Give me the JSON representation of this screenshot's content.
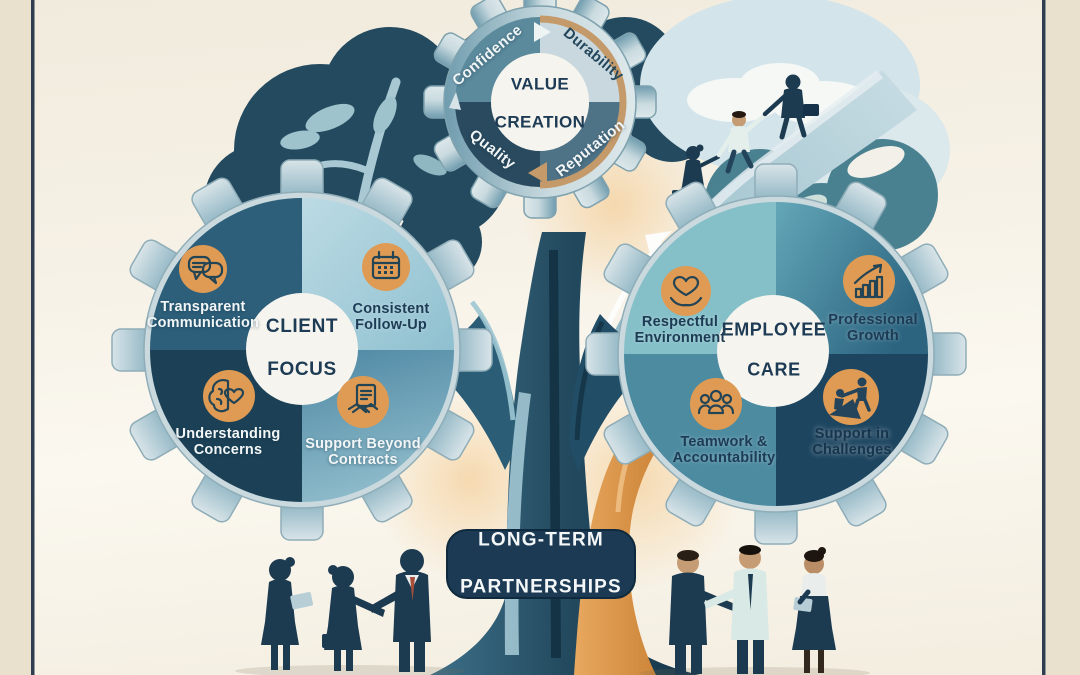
{
  "colors": {
    "background": "#f4efe3",
    "frame_mat": "#e9e0cd",
    "frame_line": "#2e3e50",
    "navy": "#1c3a54",
    "canopy_navy": "#234a5f",
    "teal_medium": "#4d8ba1",
    "steel_light": "#c9d9de",
    "icon_orange": "#df9b54",
    "branch_orange": "#d98f43",
    "tan_arc": "#c59a6a",
    "banner_bg": "#1c3a54",
    "text_dark": "#1d3b54",
    "text_light": "#f2f6f7"
  },
  "top_gear": {
    "center_line1": "VALUE",
    "center_line2": "CREATION",
    "ring_labels": [
      "Confidence",
      "Durability",
      "Quality",
      "Reputation"
    ]
  },
  "left_gear": {
    "center_line1": "CLIENT",
    "center_line2": "FOCUS",
    "segments": [
      {
        "label": "Transparent Communication",
        "icon": "chat-bubbles-icon"
      },
      {
        "label": "Consistent Follow-Up",
        "icon": "calendar-icon"
      },
      {
        "label": "Understanding Concerns",
        "icon": "brain-heart-icon"
      },
      {
        "label": "Support Beyond Contracts",
        "icon": "handshake-document-icon"
      }
    ]
  },
  "right_gear": {
    "center_line1": "EMPLOYEE",
    "center_line2": "CARE",
    "segments": [
      {
        "label": "Respectful Environment",
        "icon": "hands-heart-icon"
      },
      {
        "label": "Professional Growth",
        "icon": "growth-chart-icon"
      },
      {
        "label": "Teamwork & Accountability",
        "icon": "team-group-icon"
      },
      {
        "label": "Support in Challenges",
        "icon": "helping-climb-icon"
      }
    ]
  },
  "banner": {
    "line1": "LONG-TERM",
    "line2": "PARTNERSHIPS"
  },
  "scene": {
    "bottom_left_group": "three business people meeting, handshake",
    "bottom_right_group": "three business people meeting, handshake",
    "climbers": "three people helped up an ascending path"
  }
}
